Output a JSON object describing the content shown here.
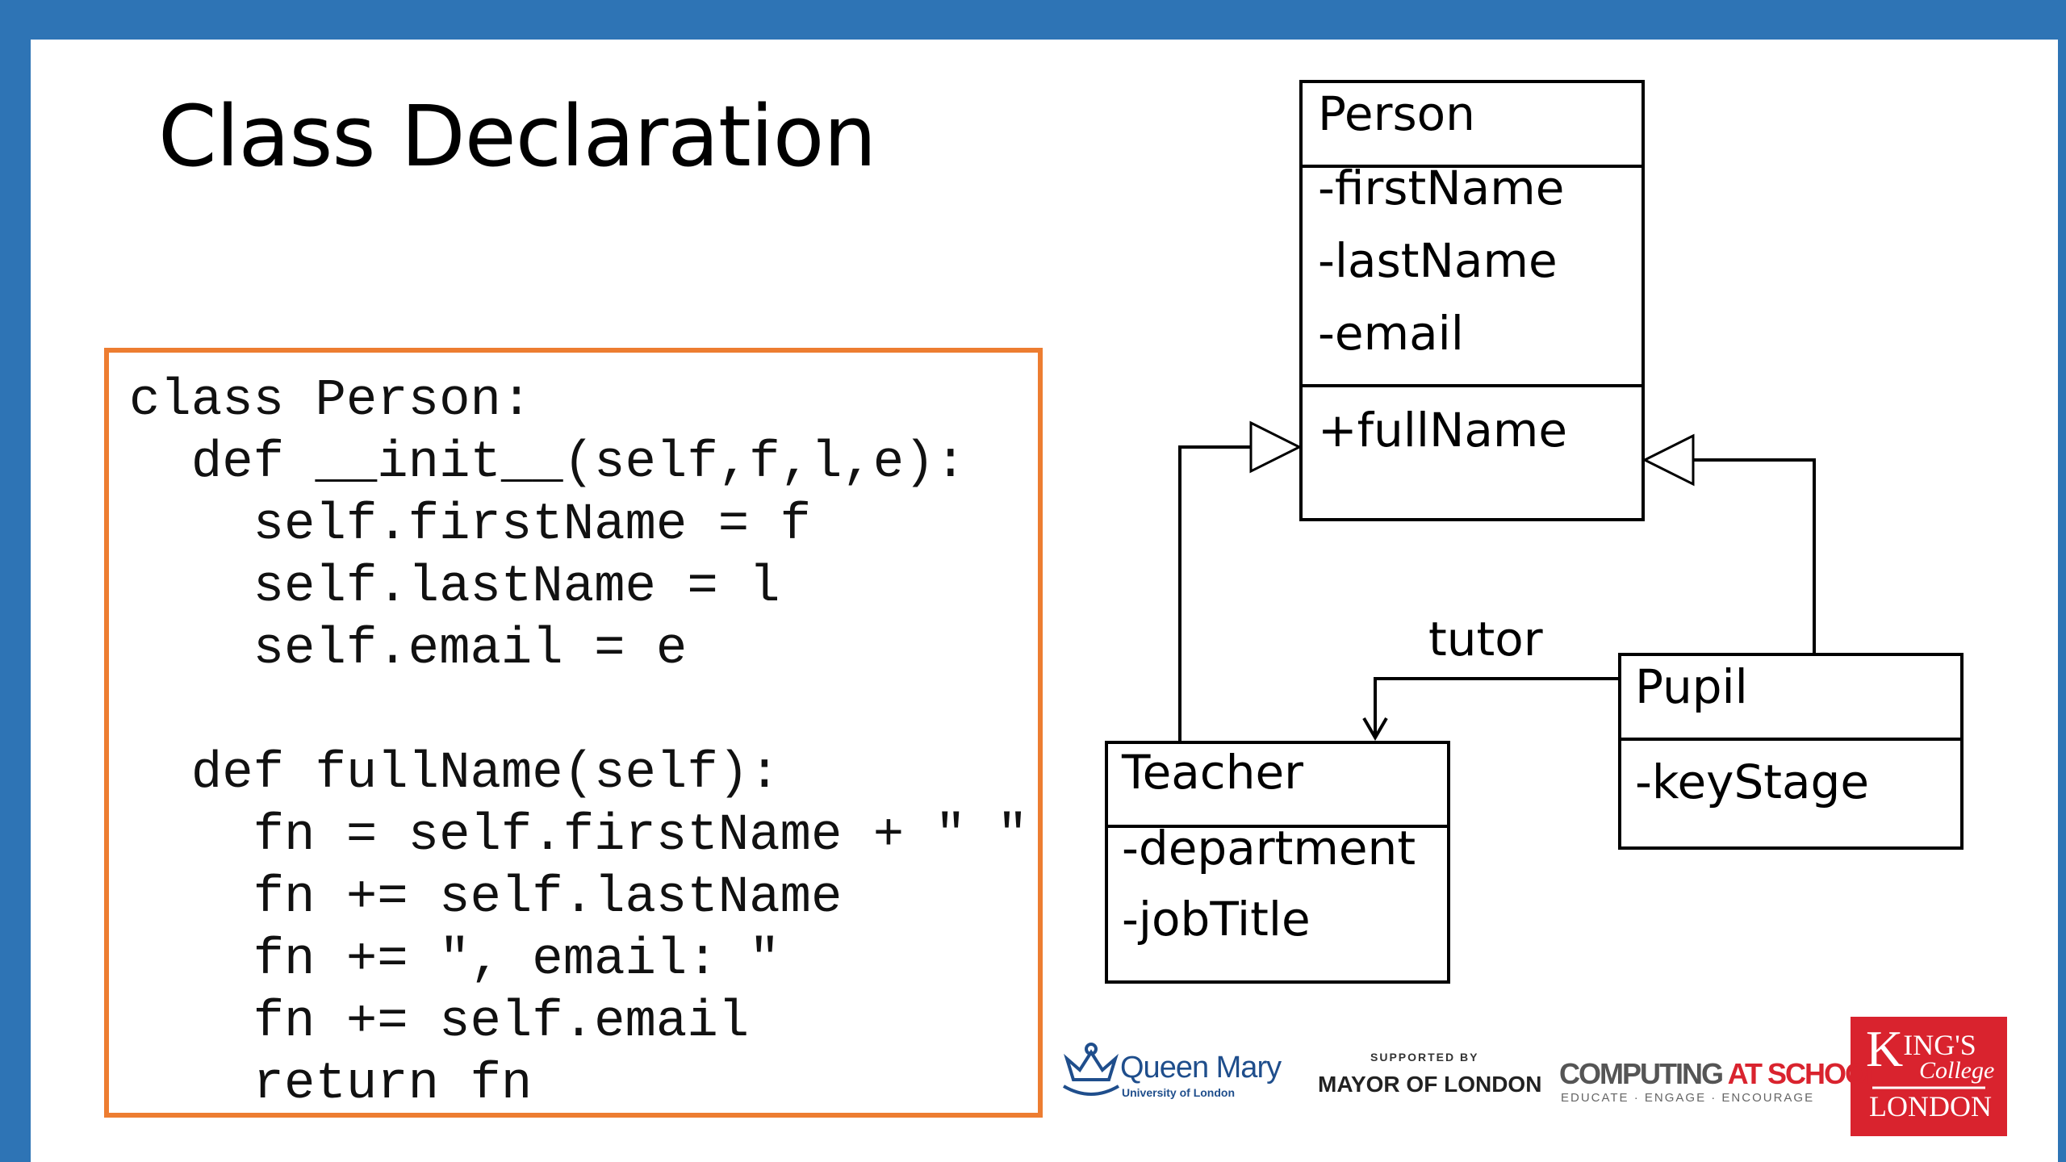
{
  "slide": {
    "title": "Class Declaration",
    "border_color": "#2E74B5",
    "code_border_color": "#ED7D31"
  },
  "code_lines": [
    "class Person:",
    "  def __init__(self,f,l,e):",
    "    self.firstName = f",
    "    self.lastName = l",
    "    self.email = e",
    "",
    "  def fullName(self):",
    "    fn = self.firstName + \" \"",
    "    fn += self.lastName",
    "    fn += \", email: \"",
    "    fn += self.email",
    "    return fn"
  ],
  "uml": {
    "person": {
      "name": "Person",
      "attributes": [
        "-firstName",
        "-lastName",
        "-email"
      ],
      "methods": [
        "+fullName"
      ]
    },
    "teacher": {
      "name": "Teacher",
      "attributes": [
        "-department",
        "-jobTitle"
      ]
    },
    "pupil": {
      "name": "Pupil",
      "attributes": [
        "-keyStage"
      ]
    },
    "association_label": "tutor"
  },
  "logos": {
    "qmul_name": "Queen Mary",
    "qmul_sub": "University of London",
    "mayor_supported": "SUPPORTED BY",
    "mayor_name": "MAYOR OF LONDON",
    "cas_part1": "COMPUTING",
    "cas_part2": "AT SCHOOL",
    "cas_tagline": "EDUCATE · ENGAGE · ENCOURAGE",
    "kings_k": "K",
    "kings_ings": "ING'S",
    "kings_college": "College",
    "kings_london": "LONDON"
  }
}
